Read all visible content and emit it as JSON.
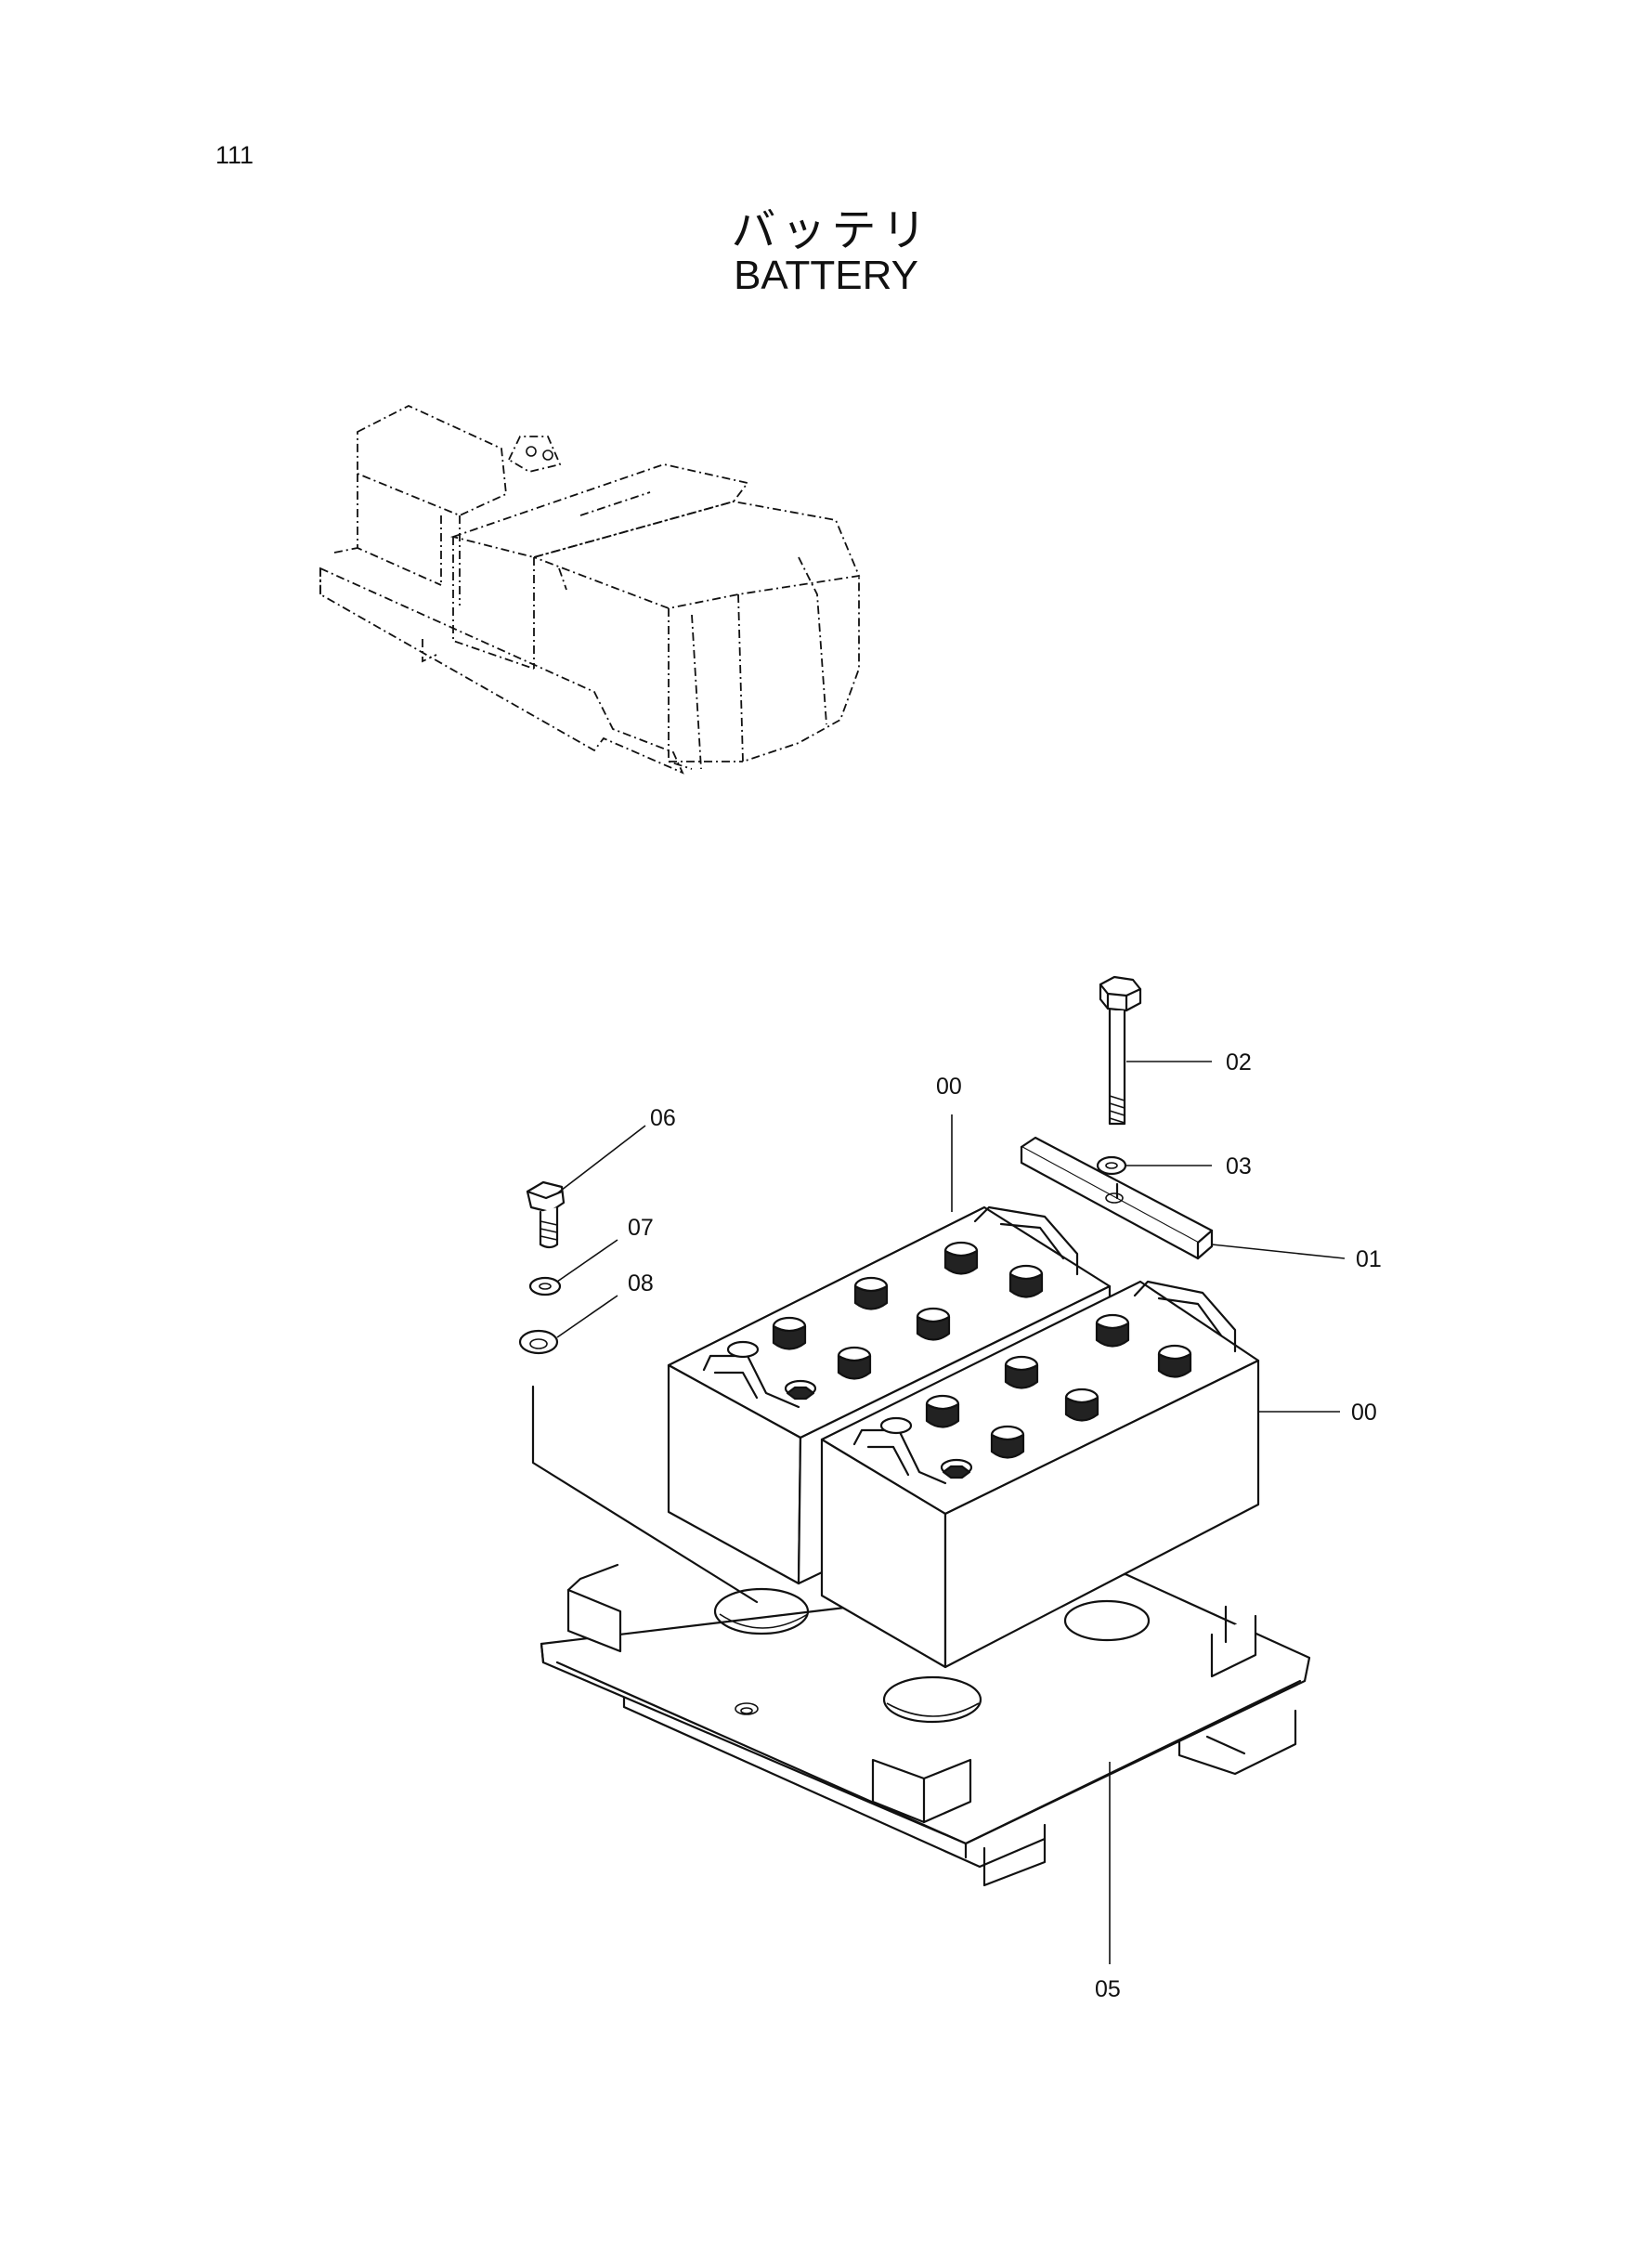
{
  "page": {
    "number": "111",
    "title_jp": "バッテリ",
    "title_en": "BATTERY"
  },
  "callouts": [
    {
      "id": "callout-00-upper",
      "label": "00"
    },
    {
      "id": "callout-00-lower",
      "label": "00"
    },
    {
      "id": "callout-01",
      "label": "01"
    },
    {
      "id": "callout-02",
      "label": "02"
    },
    {
      "id": "callout-03",
      "label": "03"
    },
    {
      "id": "callout-05",
      "label": "05"
    },
    {
      "id": "callout-06",
      "label": "06"
    },
    {
      "id": "callout-07",
      "label": "07"
    },
    {
      "id": "callout-08",
      "label": "08"
    }
  ]
}
